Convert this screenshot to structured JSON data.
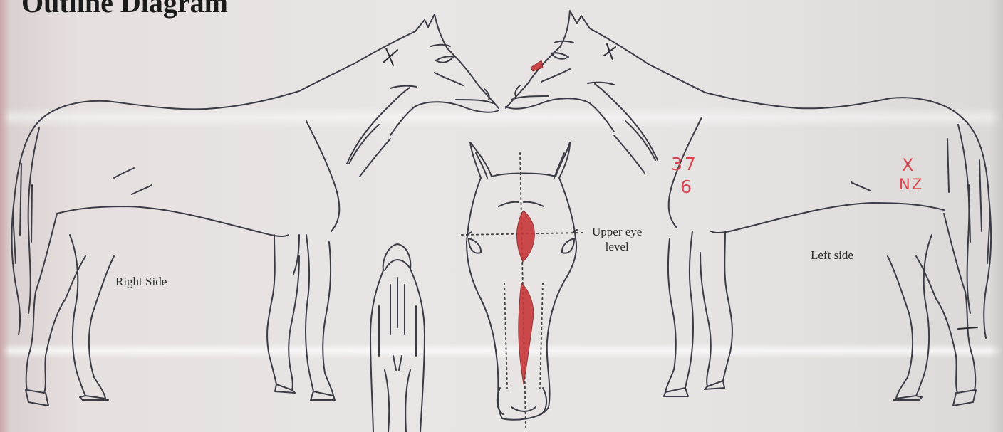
{
  "document": {
    "title": "Outline Diagram"
  },
  "labels": {
    "right_side": "Right Side",
    "left_side": "Left side",
    "upper_eye_line1": "Upper eye",
    "upper_eye_line2": "level"
  },
  "handwritten": {
    "number_37": "37",
    "number_6": "6",
    "x_mark": "X",
    "nz": "NZ"
  },
  "colors": {
    "ink": "#3b3b45",
    "marking_red": "#c8383a"
  }
}
